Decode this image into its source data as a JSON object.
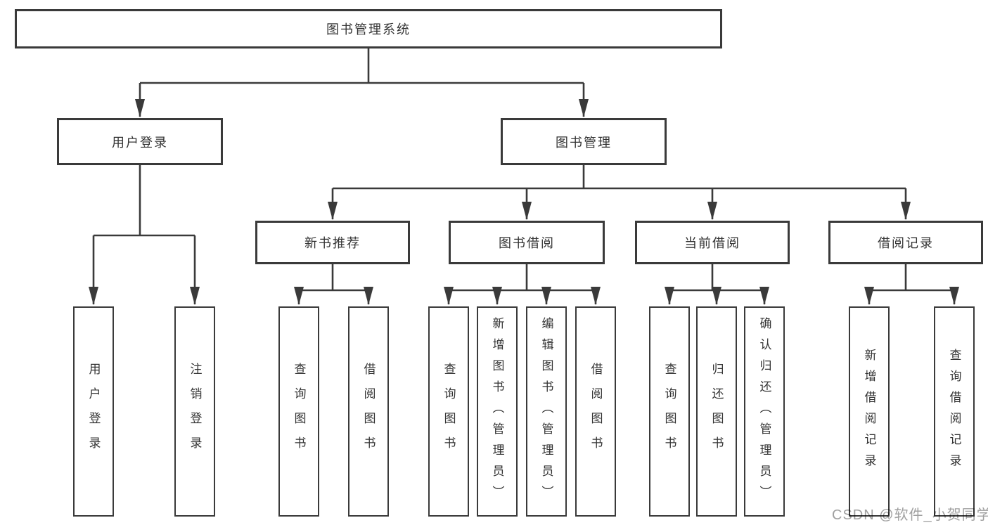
{
  "diagram": {
    "root": {
      "label": "图书管理系统"
    },
    "branches": [
      {
        "label": "用户登录",
        "children": [
          {
            "label": "用户登录"
          },
          {
            "label": "注销登录"
          }
        ]
      },
      {
        "label": "图书管理",
        "children": [
          {
            "label": "新书推荐",
            "children": [
              {
                "label": "查询图书"
              },
              {
                "label": "借阅图书"
              }
            ]
          },
          {
            "label": "图书借阅",
            "children": [
              {
                "label": "查询图书"
              },
              {
                "label": "新增图书（管理员）"
              },
              {
                "label": "编辑图书（管理员）"
              },
              {
                "label": "借阅图书"
              }
            ]
          },
          {
            "label": "当前借阅",
            "children": [
              {
                "label": "查询图书"
              },
              {
                "label": "归还图书"
              },
              {
                "label": "确认归还（管理员）"
              }
            ]
          },
          {
            "label": "借阅记录",
            "children": [
              {
                "label": "新增借阅记录"
              },
              {
                "label": "查询借阅记录"
              }
            ]
          }
        ]
      }
    ]
  },
  "watermark": {
    "text": "CSDN @软件_小贺同学"
  },
  "colors": {
    "line": "#3a3a3a",
    "text": "#333333",
    "watermark": "#a0a0a0",
    "background": "#ffffff"
  }
}
